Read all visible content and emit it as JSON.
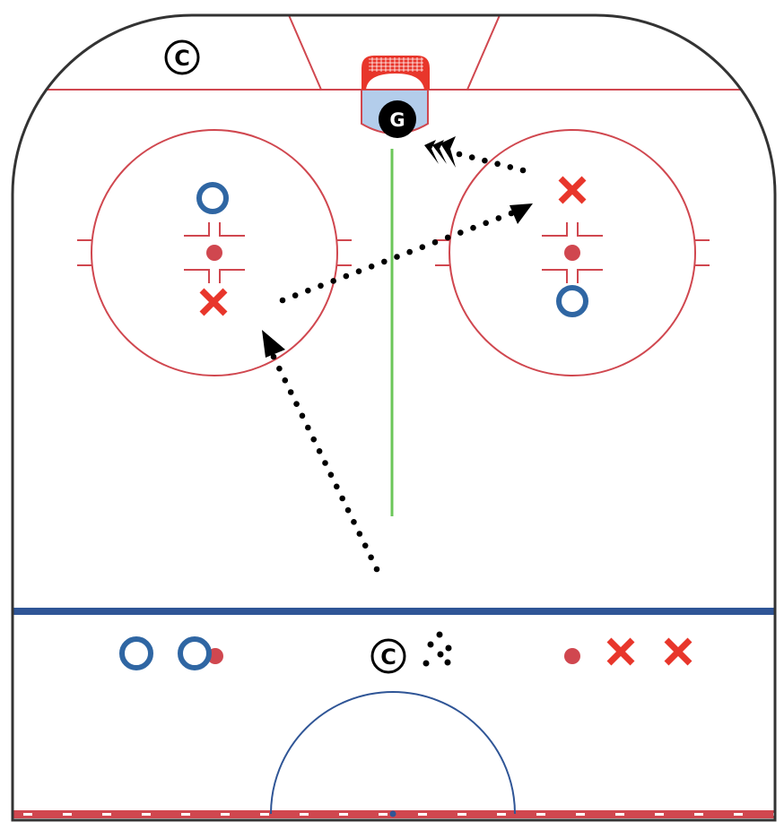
{
  "diagram": {
    "type": "hockey-drill",
    "colors": {
      "boards": "#333333",
      "red_line": "#d0474f",
      "blue_line": "#2f5596",
      "player_o": "#2f66a3",
      "player_x": "#e8362b",
      "crease": "#b3cdeb",
      "net": "#e8362b",
      "guide_line": "#6cc75a",
      "path": "#000000"
    },
    "goalie": {
      "label": "G"
    },
    "coaches": [
      {
        "label": "C"
      },
      {
        "label": "C"
      }
    ],
    "players_o_count": 4,
    "players_x_count": 4,
    "pucks_count": 5,
    "paths": [
      {
        "style": "dotted",
        "ending": "arrow"
      },
      {
        "style": "dotted",
        "ending": "arrow"
      },
      {
        "style": "dotted",
        "ending": "shot-arrow"
      }
    ]
  }
}
